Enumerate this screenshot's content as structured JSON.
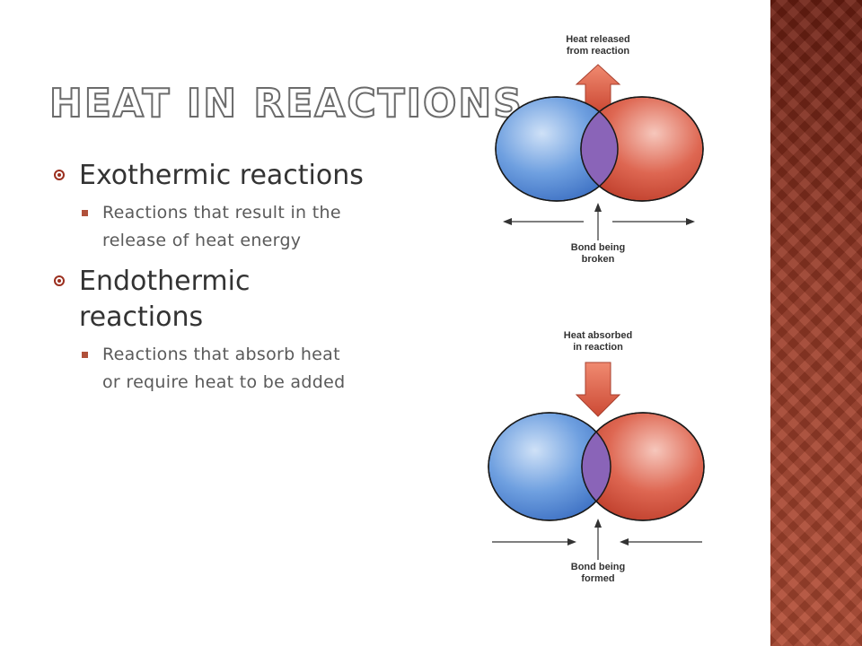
{
  "slide": {
    "title": "Heat in Reactions",
    "accent_color": "#9b2f1f",
    "band_color": "#9c3a26"
  },
  "bullets": [
    {
      "text": "Exothermic reactions",
      "sub": "Reactions that result in the release of heat energy"
    },
    {
      "text": "Endothermic reactions",
      "sub": "Reactions that absorb heat or require heat to be added"
    }
  ],
  "diagrams": {
    "exothermic": {
      "top_label_1": "Heat released",
      "top_label_2": "from reaction",
      "bottom_label_1": "Bond being",
      "bottom_label_2": "broken",
      "heat_arrow_direction": "up",
      "side_arrows_direction": "outward"
    },
    "endothermic": {
      "top_label_1": "Heat absorbed",
      "top_label_2": "in reaction",
      "bottom_label_1": "Bond being",
      "bottom_label_2": "formed",
      "heat_arrow_direction": "down",
      "side_arrows_direction": "inward"
    },
    "colors": {
      "left_atom": "#5a8fd8",
      "right_atom": "#d9513c",
      "overlap": "#8a64b8",
      "heat_arrow": "#e06a4f"
    }
  }
}
